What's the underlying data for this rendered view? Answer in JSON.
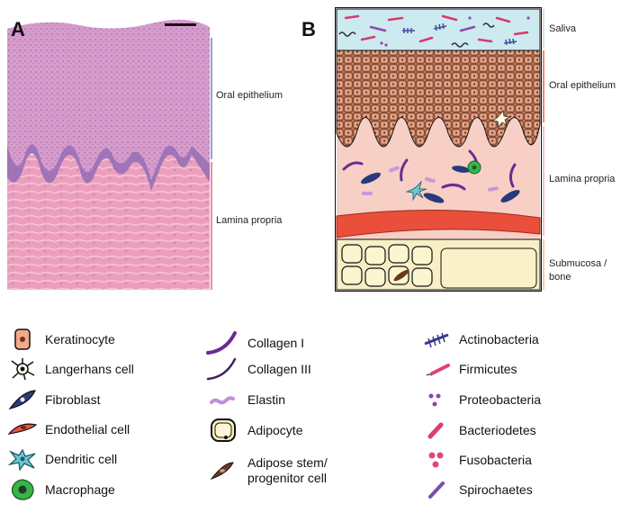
{
  "panels": {
    "a": {
      "letter": "A",
      "labels": [
        "Oral epithelium",
        "Lamina propria"
      ],
      "label_colors": [
        "#9b9bd2",
        "#ef87a7"
      ]
    },
    "b": {
      "letter": "B",
      "labels": [
        "Saliva",
        "Oral epithelium",
        "Lamina propria",
        "Submucosa / bone"
      ],
      "label_colors": [
        "#cfe9ee",
        "#f08a6c",
        "#f6c4bf",
        "#f4d39a"
      ]
    }
  },
  "legend": {
    "col1": [
      "Keratinocyte",
      "Langerhans cell",
      "Fibroblast",
      "Endothelial cell",
      "Dendritic cell",
      "Macrophage"
    ],
    "col2": [
      "Collagen I",
      "Collagen III",
      "Elastin",
      "Adipocyte",
      "Adipose stem/ progenitor cell"
    ],
    "col3": [
      "Actinobacteria",
      "Firmicutes",
      "Proteobacteria",
      "Bacteriodetes",
      "Fusobacteria",
      "Spirochaetes"
    ],
    "icons": {
      "col1": [
        "keratinocyte-icon",
        "langerhans-cell-icon",
        "fibroblast-icon",
        "endothelial-cell-icon",
        "dendritic-cell-icon",
        "macrophage-icon"
      ],
      "col2": [
        "collagen-i-icon",
        "collagen-iii-icon",
        "elastin-icon",
        "adipocyte-icon",
        "adipose-stem-cell-icon"
      ],
      "col3": [
        "actinobacteria-icon",
        "firmicutes-icon",
        "proteobacteria-icon",
        "bacteriodetes-icon",
        "fusobacteria-icon",
        "spirochaetes-icon"
      ]
    }
  }
}
